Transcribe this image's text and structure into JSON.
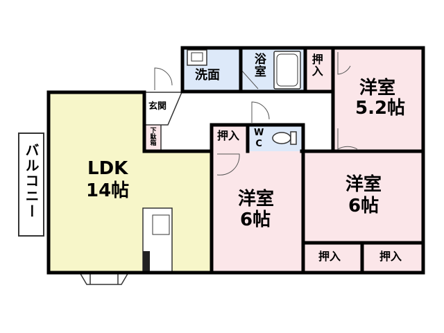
{
  "floor_plan": {
    "colors": {
      "wall": "#000000",
      "ldk_fill": "#f7f6c9",
      "bedroom_fill": "#fbe6e9",
      "storage_fill": "#fbe6e9",
      "wet_fill": "#dde9f9",
      "floor_fill": "#ffffff",
      "line": "#555555"
    },
    "rooms": {
      "ldk": {
        "name": "LDK",
        "size": "14帖"
      },
      "western_top": {
        "name": "洋室",
        "size": "5.2帖"
      },
      "western_center": {
        "name": "洋室",
        "size": "6帖"
      },
      "western_right": {
        "name": "洋室",
        "size": "6帖"
      },
      "washroom": {
        "name": "洗面"
      },
      "bath": {
        "name": "浴室"
      },
      "toilet": {
        "name": "WC"
      },
      "entrance": {
        "name": "玄関"
      },
      "shoe_box": {
        "name": "下駄箱"
      },
      "balcony": {
        "name": "バルコニー"
      }
    },
    "closets": {
      "top": "押入",
      "center": "押入",
      "bottom_left": "押入",
      "bottom_right": "押入"
    }
  }
}
